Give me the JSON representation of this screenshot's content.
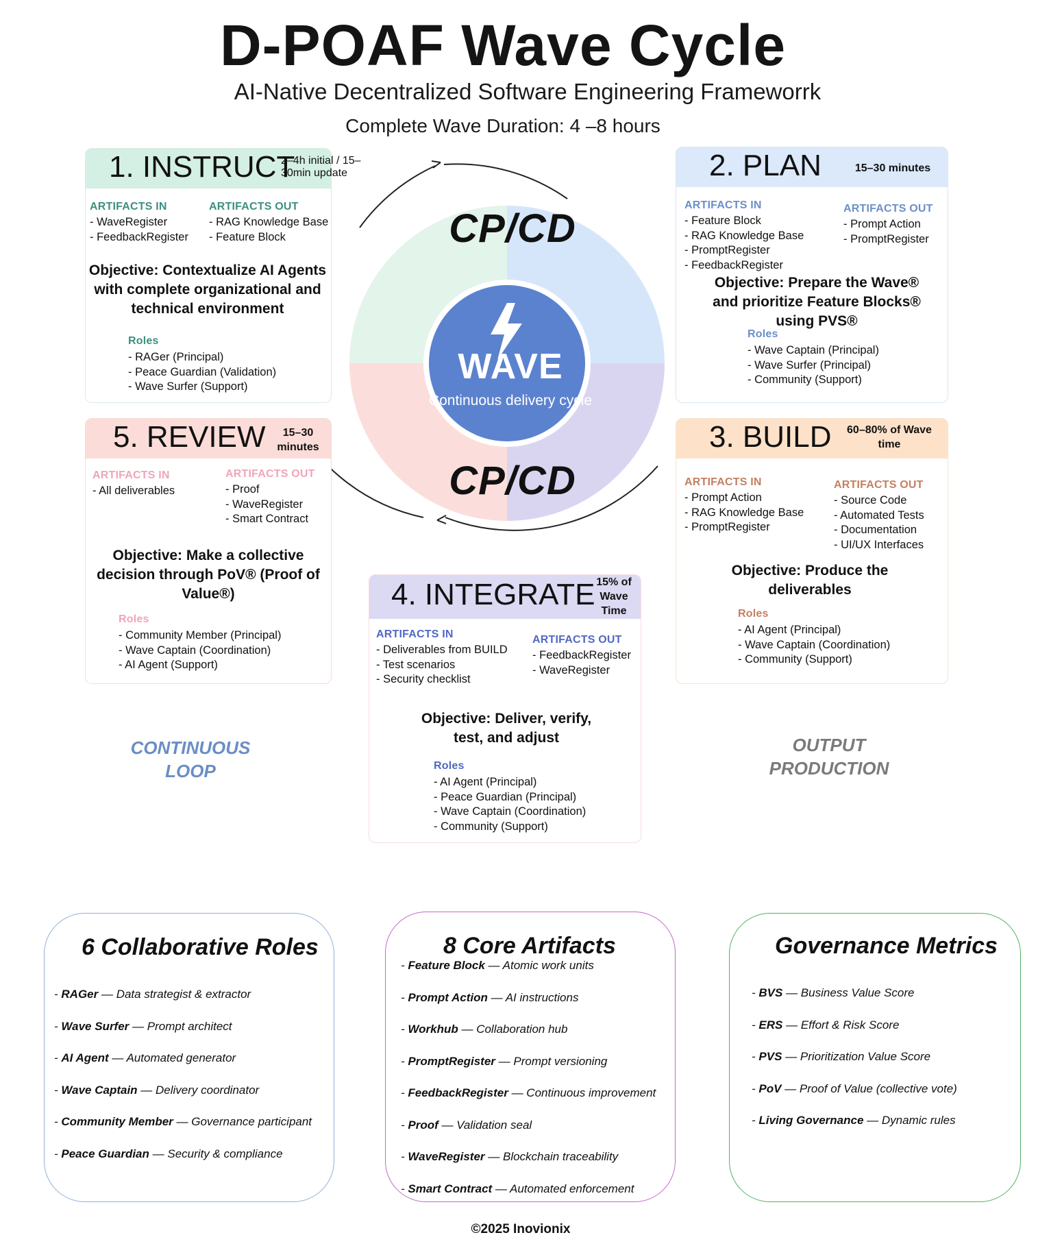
{
  "header": {
    "title": "D-POAF Wave Cycle",
    "subtitle": "AI-Native Decentralized Software Engineering Frameworrk",
    "duration": "Complete Wave Duration: 4 –8 hours"
  },
  "colors": {
    "instruct": "#d4efe3",
    "plan": "#dbe9fb",
    "build": "#fde2c9",
    "integrate": "#dcd9f3",
    "review": "#fbdcd8",
    "wave_blue": "#5b82cf"
  },
  "center": {
    "top_label": "CP/CD",
    "bottom_label": "CP/CD",
    "icon": "lightning-bolt-icon",
    "wave": "WAVE",
    "wave_sub": "Continuous delivery cycle"
  },
  "phases": {
    "instruct": {
      "title": "1. INSTRUCT",
      "duration": "2–4h initial /\n15–30min update",
      "in_label": "ARTIFACTS IN",
      "in_items": [
        "- WaveRegister",
        "- FeedbackRegister"
      ],
      "out_label": "ARTIFACTS OUT",
      "out_items": [
        "- RAG Knowledge Base",
        "- Feature Block"
      ],
      "objective": "Objective: Contextualize AI Agents with complete organizational and technical environment",
      "roles_label": "Roles",
      "roles": [
        "- RAGer (Principal)",
        "- Peace Guardian (Validation)",
        "- Wave Surfer (Support)"
      ]
    },
    "plan": {
      "title": "2. PLAN",
      "duration": "15–30 minutes",
      "in_label": "ARTIFACTS IN",
      "in_items": [
        "- Feature Block",
        "- RAG Knowledge Base",
        "- PromptRegister",
        "- FeedbackRegister"
      ],
      "out_label": "ARTIFACTS OUT",
      "out_items": [
        "- Prompt Action",
        "- PromptRegister"
      ],
      "objective": "Objective: Prepare the Wave® and prioritize Feature Blocks® using PVS®",
      "roles_label": "Roles",
      "roles": [
        "- Wave Captain (Principal)",
        "- Wave Surfer (Principal)",
        "- Community (Support)"
      ]
    },
    "build": {
      "title": "3. BUILD",
      "duration": "60–80% of Wave\ntime",
      "in_label": "ARTIFACTS IN",
      "in_items": [
        "- Prompt Action",
        "- RAG Knowledge Base",
        "- PromptRegister"
      ],
      "out_label": "ARTIFACTS OUT",
      "out_items": [
        "- Source Code",
        "- Automated Tests",
        "- Documentation",
        "- UI/UX Interfaces"
      ],
      "objective": "Objective: Produce the deliverables",
      "roles_label": "Roles",
      "roles": [
        "- AI Agent (Principal)",
        "- Wave Captain (Coordination)",
        "- Community (Support)"
      ]
    },
    "integrate": {
      "title": "4. INTEGRATE",
      "duration": "15% of\nWave\nTime",
      "in_label": "ARTIFACTS IN",
      "in_items": [
        "- Deliverables from BUILD",
        "- Test scenarios",
        "- Security checklist"
      ],
      "out_label": "ARTIFACTS OUT",
      "out_items": [
        "- FeedbackRegister",
        "- WaveRegister"
      ],
      "objective": "Objective: Deliver, verify, test, and adjust",
      "roles_label": "Roles",
      "roles": [
        "- AI Agent (Principal)",
        "- Peace Guardian (Principal)",
        "- Wave Captain (Coordination)",
        "- Community (Support)"
      ]
    },
    "review": {
      "title": "5. REVIEW",
      "duration": "15–30\nminutes",
      "in_label": "ARTIFACTS IN",
      "in_items": [
        "- All deliverables"
      ],
      "out_label": "ARTIFACTS OUT",
      "out_items": [
        "- Proof",
        "- WaveRegister",
        "- Smart Contract"
      ],
      "objective": "Objective: Make a collective decision through PoV® (Proof of Value®)",
      "roles_label": "Roles",
      "roles": [
        "- Community Member (Principal)",
        "- Wave Captain (Coordination)",
        "- AI Agent (Support)"
      ]
    }
  },
  "side_labels": {
    "left": "CONTINUOUS\nLOOP",
    "right": "OUTPUT\nPRODUCTION"
  },
  "bottom": {
    "roles_box": {
      "title": "6 Collaborative Roles",
      "items": [
        {
          "term": "RAGer",
          "desc": " — Data strategist & extractor"
        },
        {
          "term": "Wave Surfer",
          "desc": " — Prompt architect"
        },
        {
          "term": "AI Agent",
          "desc": " — Automated generator"
        },
        {
          "term": "Wave Captain",
          "desc": " — Delivery coordinator"
        },
        {
          "term": "Community Member",
          "desc": " — Governance participant"
        },
        {
          "term": "Peace Guardian",
          "desc": " — Security & compliance"
        }
      ]
    },
    "artifacts_box": {
      "title": "8 Core Artifacts",
      "items": [
        {
          "term": "Feature Block",
          "desc": " — Atomic work units"
        },
        {
          "term": "Prompt Action",
          "desc": " — AI instructions"
        },
        {
          "term": "Workhub",
          "desc": " — Collaboration hub"
        },
        {
          "term": "PromptRegister",
          "desc": " — Prompt versioning"
        },
        {
          "term": "FeedbackRegister",
          "desc": " — Continuous improvement"
        },
        {
          "term": "Proof",
          "desc": " — Validation seal"
        },
        {
          "term": "WaveRegister",
          "desc": " — Blockchain traceability"
        },
        {
          "term": "Smart Contract",
          "desc": " — Automated enforcement"
        }
      ]
    },
    "metrics_box": {
      "title": "Governance Metrics",
      "items": [
        {
          "term": "BVS",
          "desc": " — Business Value Score"
        },
        {
          "term": "ERS",
          "desc": " — Effort & Risk Score"
        },
        {
          "term": "PVS",
          "desc": " — Prioritization Value Score"
        },
        {
          "term": "PoV",
          "desc": " — Proof of Value (collective vote)"
        },
        {
          "term": "Living Governance",
          "desc": " — Dynamic rules"
        }
      ]
    }
  },
  "footer": "©2025 Inovionix"
}
